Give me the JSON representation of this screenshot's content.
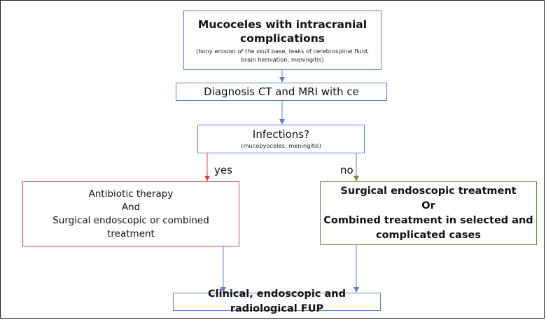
{
  "boxes": {
    "top": {
      "title_line1": "Mucoceles with intracranial",
      "title_line2": "complications",
      "sub_line1": "(bony erosion of the skull base, leaks of cerebrospinal fluid,",
      "sub_line2": "brain herniation, meningitis)"
    },
    "diagnosis": {
      "text": "Diagnosis CT and MRI with ce"
    },
    "infections": {
      "title": "Infections?",
      "sub": "(mucopyoceles, meningitis)"
    },
    "left": {
      "line1": "Antibiotic therapy",
      "line2": "And",
      "line3": "Surgical endoscopic or combined",
      "line4": "treatment"
    },
    "right": {
      "line1": "Surgical endoscopic treatment",
      "line2": "Or",
      "line3": "Combined treatment in selected and",
      "line4": "complicated cases"
    },
    "fup": {
      "text": "Clinical, endoscopic and radiological FUP"
    }
  },
  "labels": {
    "yes": "yes",
    "no": "no"
  },
  "colors": {
    "blue": "#5a84c6",
    "red": "#d64545",
    "green": "#6a8a4a",
    "arrow_blue": "#5a84c6",
    "arrow_red": "#d64545",
    "arrow_green": "#6a8a4a"
  }
}
